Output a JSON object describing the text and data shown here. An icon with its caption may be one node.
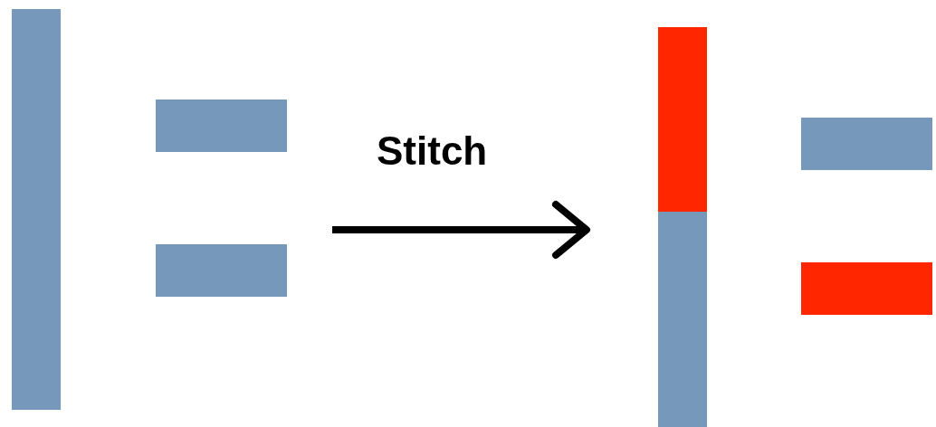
{
  "diagram": {
    "nodes": [
      {
        "text": [],
        "shape": "bar"
      },
      {
        "text": [],
        "shape": "bar"
      },
      {
        "text": [],
        "shape": "bar"
      },
      {
        "text": [],
        "shape": "bar"
      },
      {
        "text": [],
        "shape": "bar"
      },
      {
        "text": [],
        "shape": "bar"
      },
      {
        "text": [],
        "shape": "bar"
      }
    ],
    "labels": [
      "Stitch"
    ]
  }
}
